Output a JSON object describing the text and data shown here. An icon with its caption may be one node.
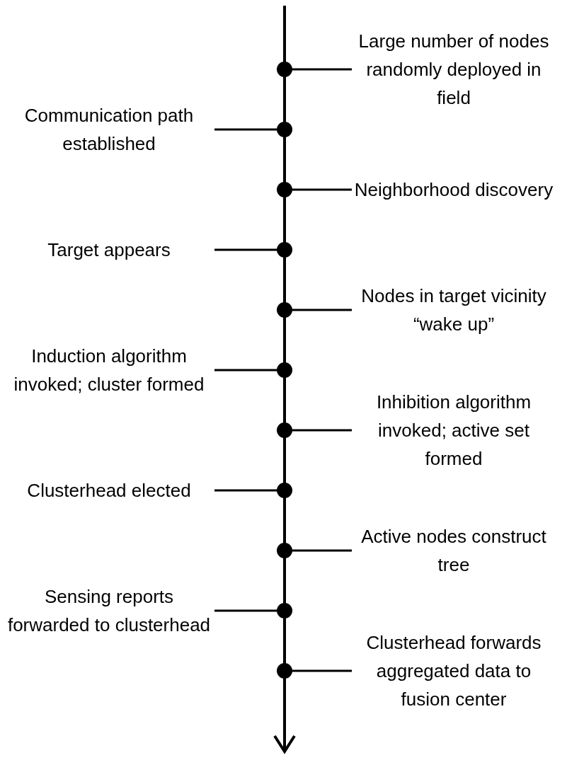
{
  "diagram": {
    "nodes": [
      {
        "text": [
          "Large number of nodes randomly deployed in field"
        ]
      },
      {
        "text": [],
        "shape": "circle"
      },
      {
        "text": [
          "Communication path established"
        ]
      },
      {
        "text": [],
        "shape": "circle"
      },
      {
        "text": [
          "Neighborhood discovery"
        ]
      },
      {
        "text": [],
        "shape": "circle"
      },
      {
        "text": [
          "Target appears"
        ]
      },
      {
        "text": [],
        "shape": "circle"
      },
      {
        "text": [
          "Nodes in target vicinity “wake up”"
        ]
      },
      {
        "text": [],
        "shape": "circle"
      },
      {
        "text": [
          "Induction algorithm invoked; cluster formed"
        ]
      },
      {
        "text": [],
        "shape": "circle"
      },
      {
        "text": [
          "Inhibition algorithm invoked; active set formed"
        ]
      },
      {
        "text": [],
        "shape": "circle"
      },
      {
        "text": [
          "Clusterhead elected"
        ]
      },
      {
        "text": [],
        "shape": "circle"
      },
      {
        "text": [
          "Active nodes construct tree"
        ]
      },
      {
        "text": [],
        "shape": "circle"
      },
      {
        "text": [
          "Sensing reports forwarded to clusterhead"
        ]
      },
      {
        "text": [],
        "shape": "circle"
      },
      {
        "text": [
          "Clusterhead forwards aggregated data to fusion center"
        ]
      },
      {
        "text": [],
        "shape": "circle"
      }
    ],
    "edges": [
      {
        "from": 0,
        "to": 1,
        "arrow": "none"
      },
      {
        "from": 2,
        "to": 3,
        "arrow": "none"
      },
      {
        "from": 4,
        "to": 5,
        "arrow": "none"
      },
      {
        "from": 6,
        "to": 7,
        "arrow": "none"
      },
      {
        "from": 8,
        "to": 9,
        "arrow": "none"
      },
      {
        "from": 10,
        "to": 11,
        "arrow": "none"
      },
      {
        "from": 12,
        "to": 13,
        "arrow": "none"
      },
      {
        "from": 14,
        "to": 15,
        "arrow": "none"
      },
      {
        "from": 16,
        "to": 17,
        "arrow": "none"
      },
      {
        "from": 18,
        "to": 19,
        "arrow": "none"
      },
      {
        "from": 20,
        "to": 21,
        "arrow": "none"
      }
    ]
  }
}
